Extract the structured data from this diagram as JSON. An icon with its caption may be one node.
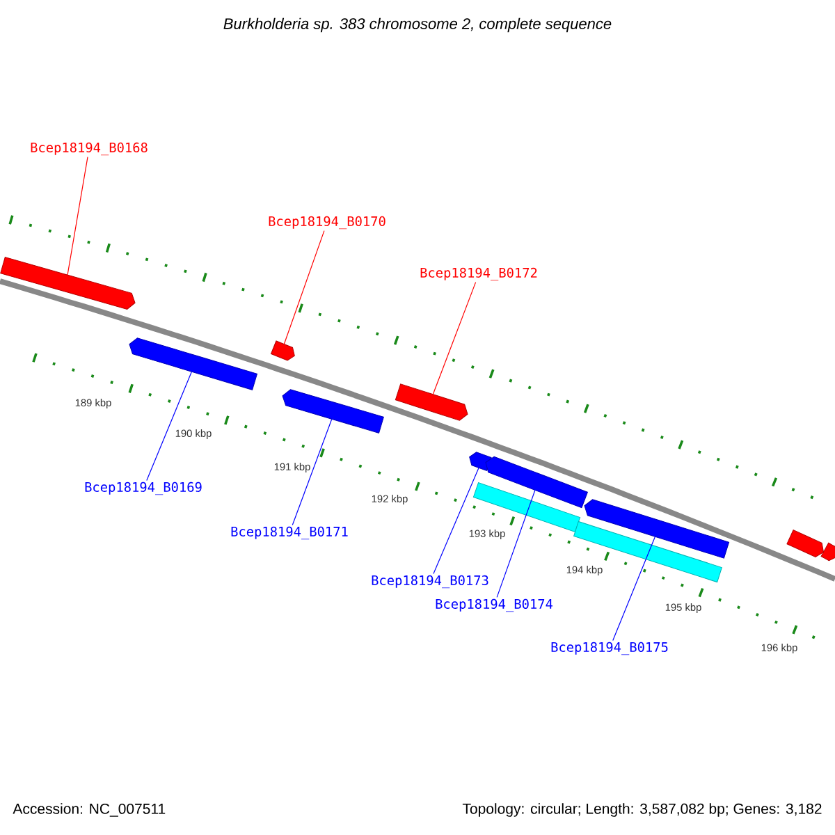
{
  "diagram": {
    "title": "Burkholderia sp. 383 chromosome 2, complete sequence",
    "nodes": [
      {
        "text": [
          "Bcep18194_B0168"
        ]
      },
      {
        "text": [
          "Bcep18194_B0170"
        ]
      },
      {
        "text": [
          "Bcep18194_B0172"
        ]
      },
      {
        "text": [
          "Bcep18194_B0169"
        ]
      },
      {
        "text": [
          "Bcep18194_B0171"
        ]
      },
      {
        "text": [
          "Bcep18194_B0173"
        ]
      },
      {
        "text": [
          "Bcep18194_B0174"
        ]
      },
      {
        "text": [
          "Bcep18194_B0175"
        ]
      },
      {
        "text": [],
        "shape": "pentagon"
      },
      {
        "text": [],
        "shape": "pentagon"
      },
      {
        "text": [],
        "shape": "pentagon"
      },
      {
        "text": [],
        "shape": "pentagon"
      },
      {
        "text": [],
        "shape": "pentagon"
      },
      {
        "text": [],
        "shape": "pentagon"
      },
      {
        "text": [],
        "shape": "pentagon"
      },
      {
        "text": [],
        "shape": "bar"
      },
      {
        "text": [],
        "shape": "pentagon"
      },
      {
        "text": [],
        "shape": "bar"
      },
      {
        "text": [],
        "shape": "pentagon"
      },
      {
        "text": [],
        "shape": "pentagon"
      }
    ],
    "edges": [
      {
        "from": 0,
        "to": 8,
        "arrow": "none",
        "color": "#ff0000"
      },
      {
        "from": 1,
        "to": 10,
        "arrow": "none",
        "color": "#ff0000"
      },
      {
        "from": 2,
        "to": 12,
        "arrow": "none",
        "color": "#ff0000"
      },
      {
        "from": 3,
        "to": 9,
        "arrow": "none"
      },
      {
        "from": 4,
        "to": 11,
        "arrow": "none"
      },
      {
        "from": 5,
        "to": 13,
        "arrow": "none"
      },
      {
        "from": 6,
        "to": 14,
        "arrow": "none"
      },
      {
        "from": 7,
        "to": 16,
        "arrow": "none"
      }
    ],
    "labels": [
      "189 kbp",
      "190 kbp",
      "191 kbp",
      "192 kbp",
      "193 kbp",
      "194 kbp",
      "195 kbp",
      "196 kbp",
      "Accession: NC_007511",
      "Topology: circular; Length: 3,587,082 bp; Genes: 3,182"
    ]
  }
}
